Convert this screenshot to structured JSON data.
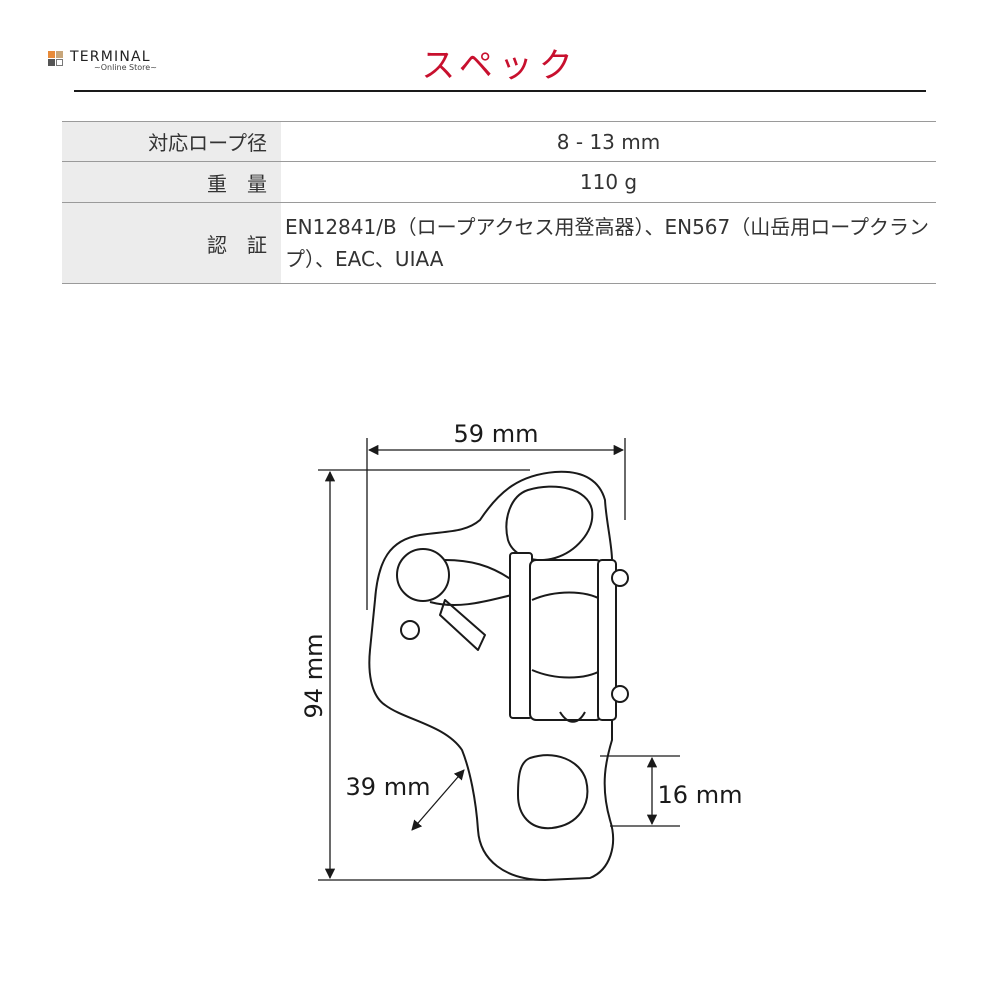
{
  "brand": {
    "name": "TERMINAL",
    "tagline": "~Online Store~",
    "colors": [
      "#e88b3a",
      "#c8a67a",
      "#555555",
      "#ffffff"
    ]
  },
  "page": {
    "title": "スペック",
    "title_color": "#c8102e"
  },
  "specs": [
    {
      "label": "対応ロープ径",
      "value": "8 - 13 mm"
    },
    {
      "label": "重　量",
      "value": "110 g"
    },
    {
      "label": "認　証",
      "value": "EN12841/B（ロープアクセス用登高器）、EN567（山岳用ロープクランプ）、EAC、UIAA"
    }
  ],
  "diagram": {
    "icon": "rope-clamp-device-icon",
    "dimensions": {
      "width": "59 mm",
      "height": "94 mm",
      "depth": "39 mm",
      "hole": "16 mm"
    }
  }
}
